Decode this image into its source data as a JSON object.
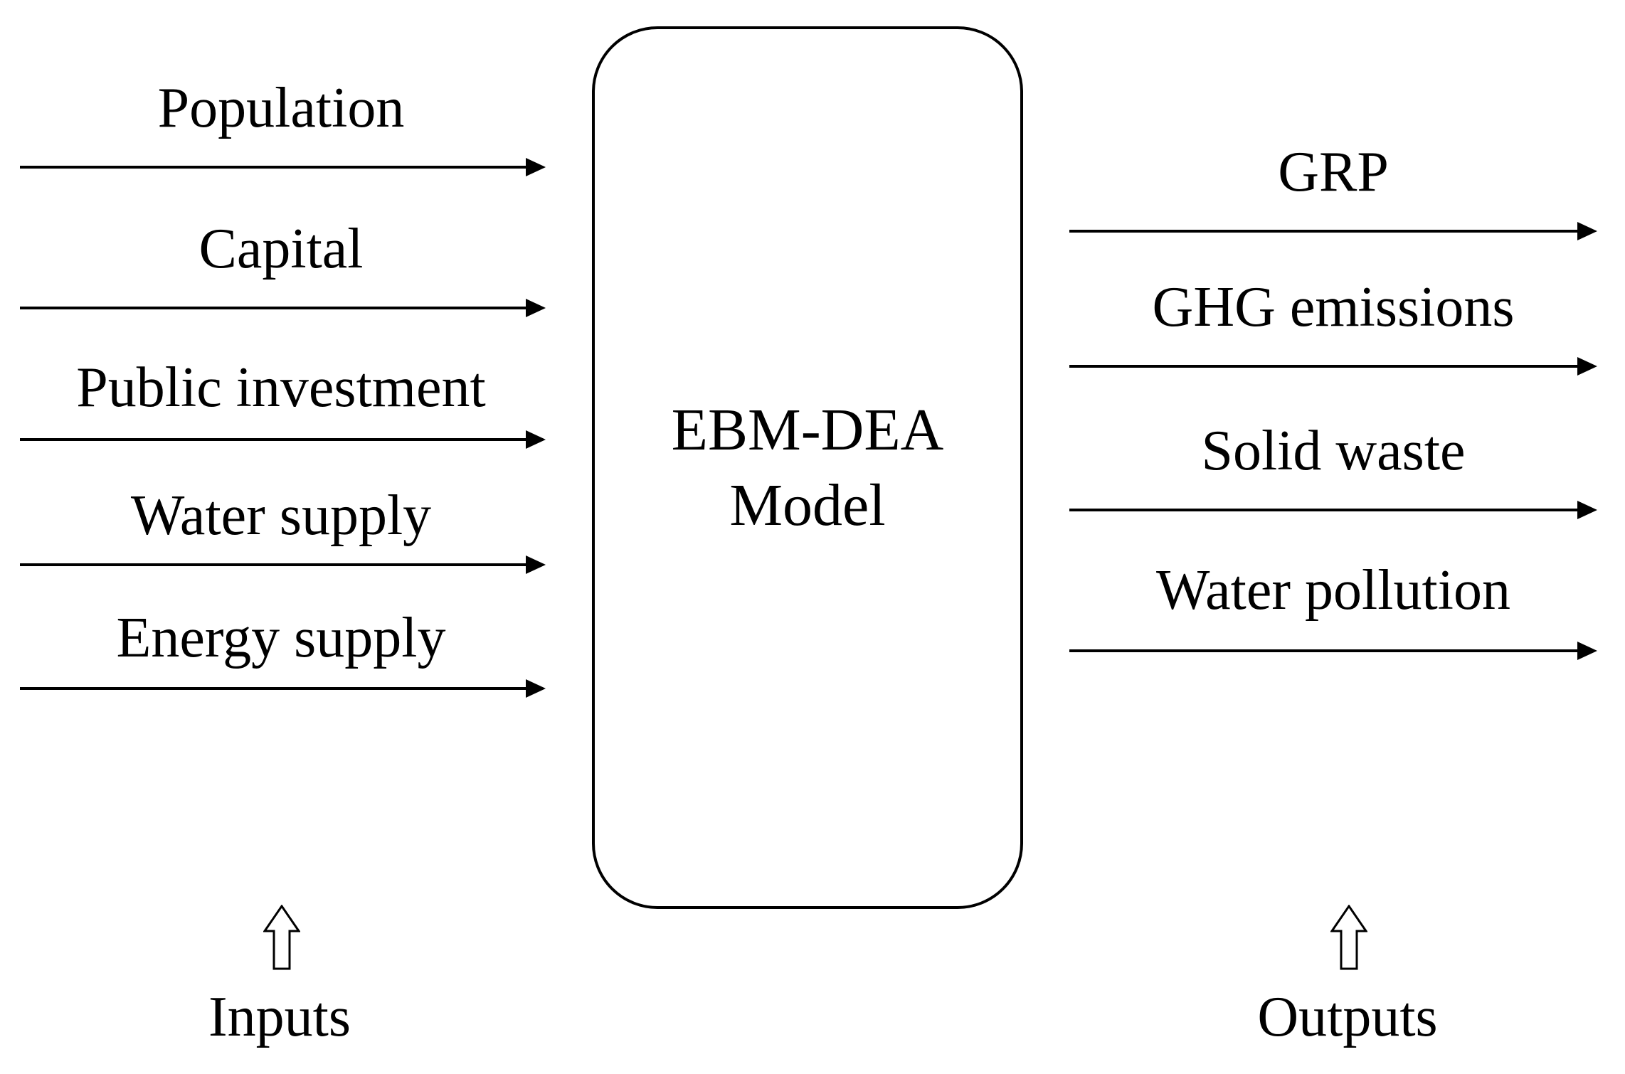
{
  "model_box": {
    "title_line1": "EBM-DEA",
    "title_line2": "Model"
  },
  "inputs": {
    "group_label": "Inputs",
    "items": [
      "Population",
      "Capital",
      "Public investment",
      "Water supply",
      "Energy supply"
    ]
  },
  "outputs": {
    "group_label": "Outputs",
    "items": [
      "GRP",
      "GHG emissions",
      "Solid waste",
      "Water pollution"
    ]
  },
  "icons": {
    "flow_arrow": "right-arrow",
    "group_marker": "hollow-up-arrow"
  },
  "colors": {
    "ink": "#000000",
    "background": "#ffffff"
  }
}
